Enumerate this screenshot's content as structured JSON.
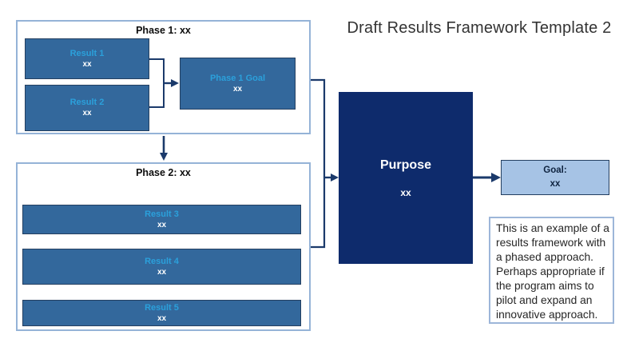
{
  "title": "Draft Results Framework Template 2",
  "colors": {
    "result_box_fill": "#33689C",
    "result_box_border": "#243F60",
    "result_label_blue": "#2BA0DB",
    "container_border": "#95B3D7",
    "purpose_fill": "#0E2B6C",
    "goal_fill": "#A6C3E5",
    "connector": "#1B3A6B",
    "title_text": "#333333"
  },
  "phase1": {
    "header": "Phase 1: xx",
    "result1": {
      "label": "Result 1",
      "value": "xx"
    },
    "result2": {
      "label": "Result 2",
      "value": "xx"
    },
    "goal": {
      "label": "Phase 1  Goal",
      "value": "xx"
    }
  },
  "phase2": {
    "header": "Phase 2: xx",
    "result3": {
      "label": "Result 3",
      "value": "xx"
    },
    "result4": {
      "label": "Result 4",
      "value": "xx"
    },
    "result5": {
      "label": "Result 5",
      "value": "xx"
    }
  },
  "purpose": {
    "label": "Purpose",
    "value": "xx"
  },
  "goal": {
    "label": "Goal:",
    "value": "xx"
  },
  "note": "This is an example of a results framework with a phased approach. Perhaps appropriate if the program aims to pilot and expand an innovative approach."
}
